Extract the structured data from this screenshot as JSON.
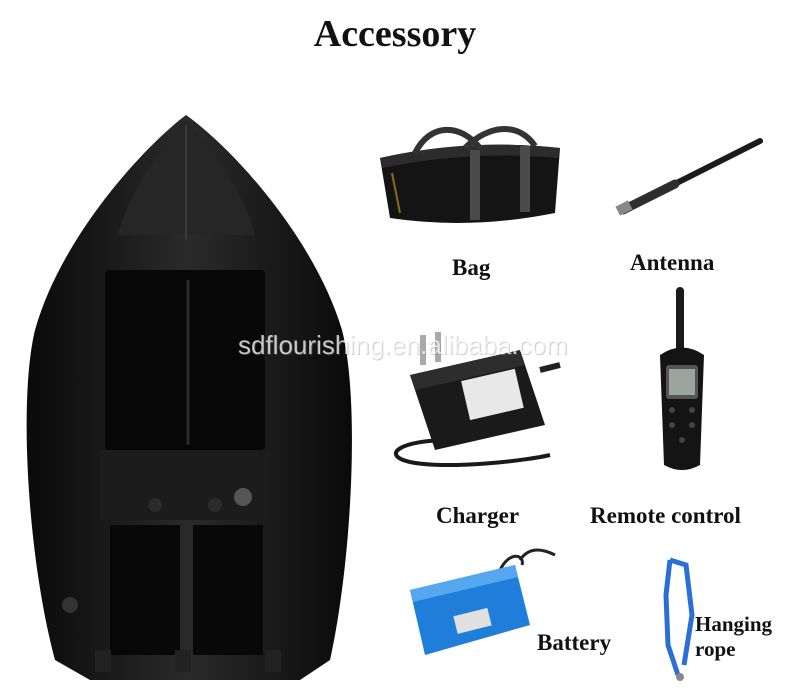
{
  "title": "Accessory",
  "watermark": "sdflourishing.en.alibaba.com",
  "items": {
    "bag": "Bag",
    "antenna": "Antenna",
    "charger": "Charger",
    "remote": "Remote control",
    "battery": "Battery",
    "rope_line1": "Hanging",
    "rope_line2": "rope"
  },
  "colors": {
    "boat": "#151515",
    "battery": "#1e7bd8",
    "rope": "#2a6fd6"
  }
}
